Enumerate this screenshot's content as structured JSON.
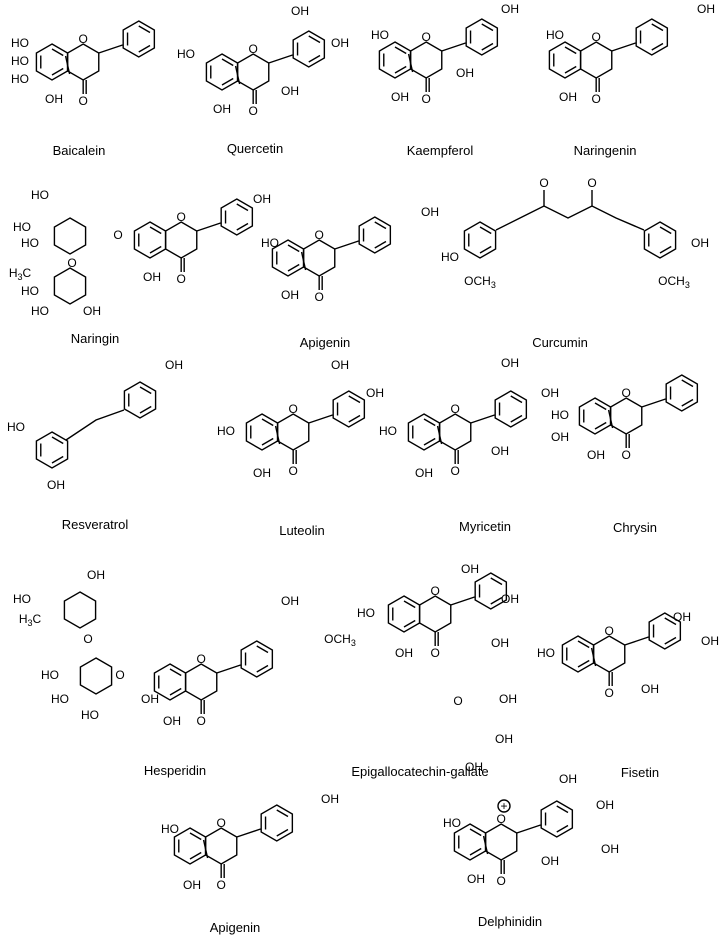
{
  "captions": {
    "baicalein": "Baicalein",
    "quercetin": "Quercetin",
    "kaempferol": "Kaempferol",
    "naringenin": "Naringenin",
    "naringin": "Naringin",
    "apigenin_1": "Apigenin",
    "curcumin": "Curcumin",
    "resveratrol": "Resveratrol",
    "luteolin": "Luteolin",
    "myricetin": "Myricetin",
    "chrysin": "Chrysin",
    "hesperidin": "Hesperidin",
    "egcg": "Epigallocatechin-gallate",
    "fisetin": "Fisetin",
    "apigenin_2": "Apigenin",
    "delphinidin": "Delphinidin"
  },
  "atoms": {
    "oh": "OH",
    "ho": "HO",
    "o": "O",
    "och3": "OCH3",
    "h3c": "H3C",
    "plus": "+"
  }
}
